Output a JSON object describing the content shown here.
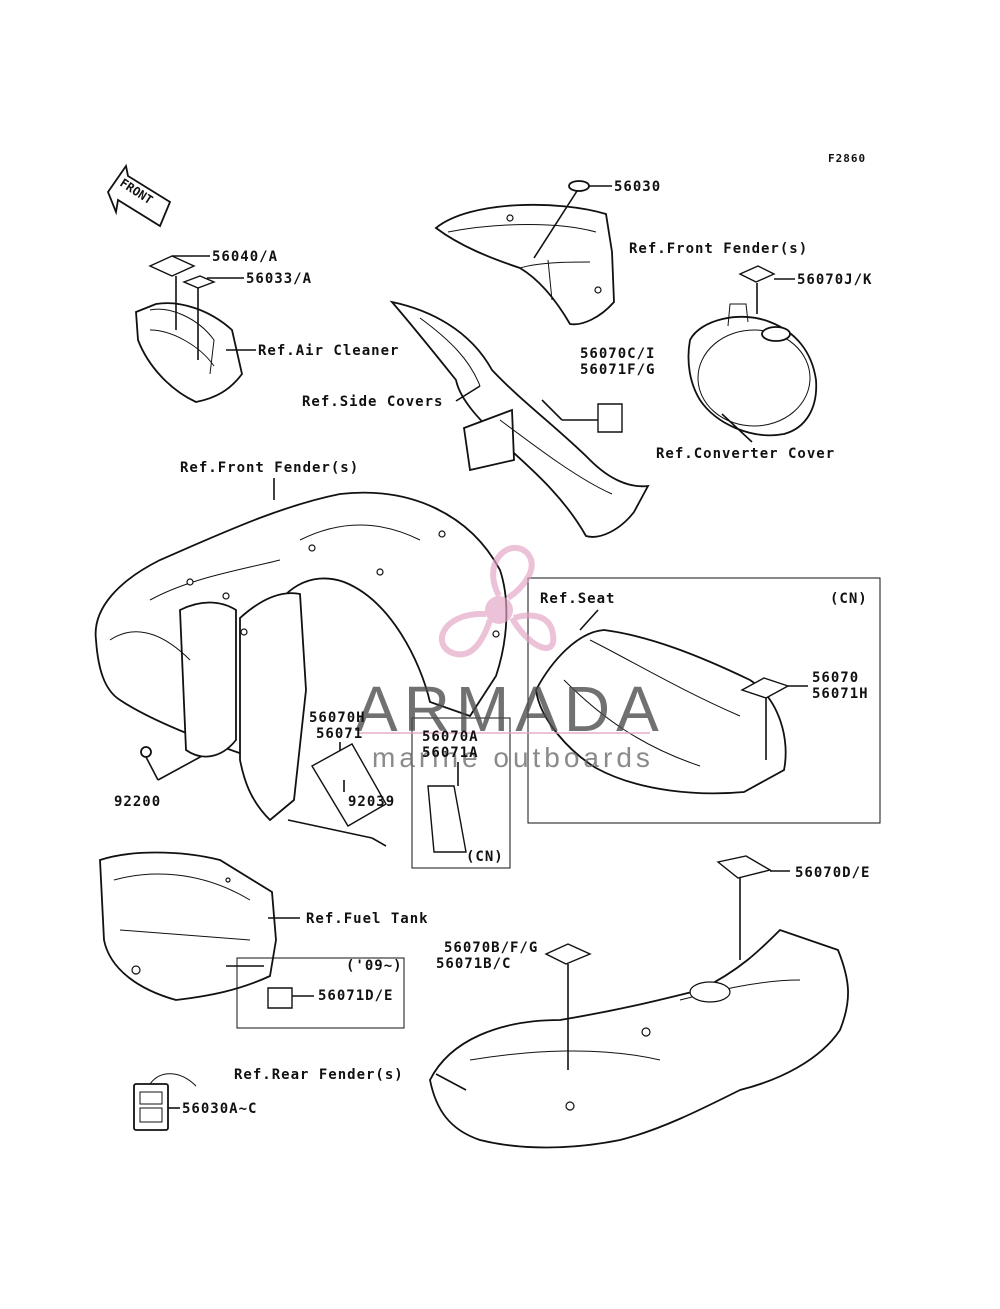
{
  "figure_code": "F2860",
  "front_arrow": "FRONT",
  "watermark": {
    "brand": "ARMADA",
    "tagline": "marine outboards",
    "accent_color": "#e3a3c4"
  },
  "callouts": {
    "p56030": "56030",
    "ref_front_fender_top": "Ref.Front Fender(s)",
    "p56070jk": "56070J/K",
    "p56040a": "56040/A",
    "p56033a": "56033/A",
    "ref_air_cleaner": "Ref.Air Cleaner",
    "ref_side_covers": "Ref.Side Covers",
    "p56070ci": "56070C/I",
    "p56071fg": "56071F/G",
    "ref_converter_cover": "Ref.Converter Cover",
    "ref_front_fender_main": "Ref.Front Fender(s)",
    "ref_seat": "Ref.Seat",
    "cn_seat": "(CN)",
    "p56070": "56070",
    "p56071h": "56071H",
    "p56070h": "56070H",
    "p56071": "56071",
    "p56070a": "56070A",
    "p56071a": "56071A",
    "cn_box": "(CN)",
    "p92200": "92200",
    "p92039": "92039",
    "ref_fuel_tank": "Ref.Fuel Tank",
    "year_09": "('09~)",
    "p56071de": "56071D/E",
    "p56070bfg": "56070B/F/G",
    "p56071bc": "56071B/C",
    "p56070de": "56070D/E",
    "ref_rear_fender": "Ref.Rear Fender(s)",
    "p56030ac": "56030A~C"
  }
}
